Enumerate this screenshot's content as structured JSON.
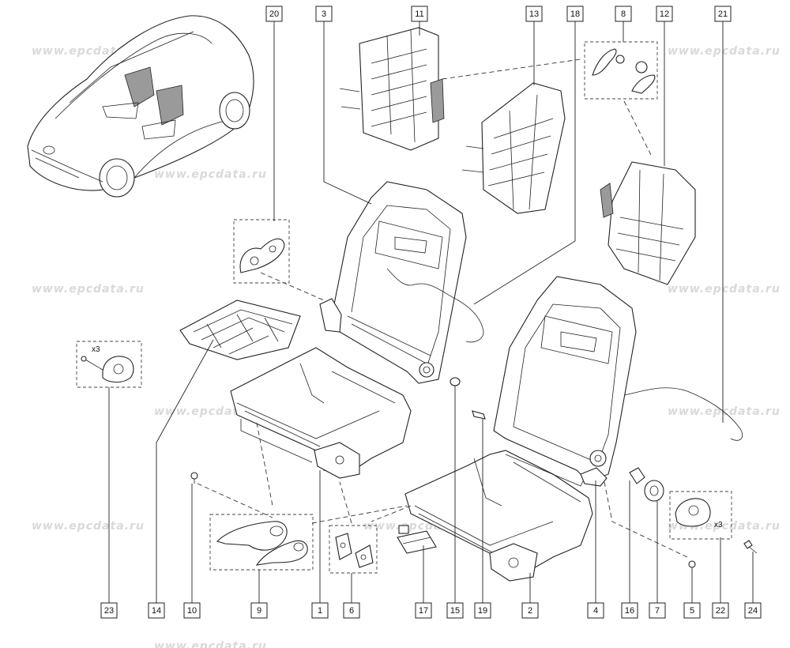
{
  "watermark": {
    "text": "www.epcdata.ru"
  },
  "callouts": [
    "20",
    "3",
    "11",
    "13",
    "18",
    "8",
    "12",
    "21",
    "23",
    "14",
    "10",
    "9",
    "1",
    "6",
    "17",
    "15",
    "19",
    "2",
    "4",
    "16",
    "7",
    "5",
    "22",
    "24"
  ],
  "multipliers": {
    "left": "x3",
    "right": "x3"
  }
}
